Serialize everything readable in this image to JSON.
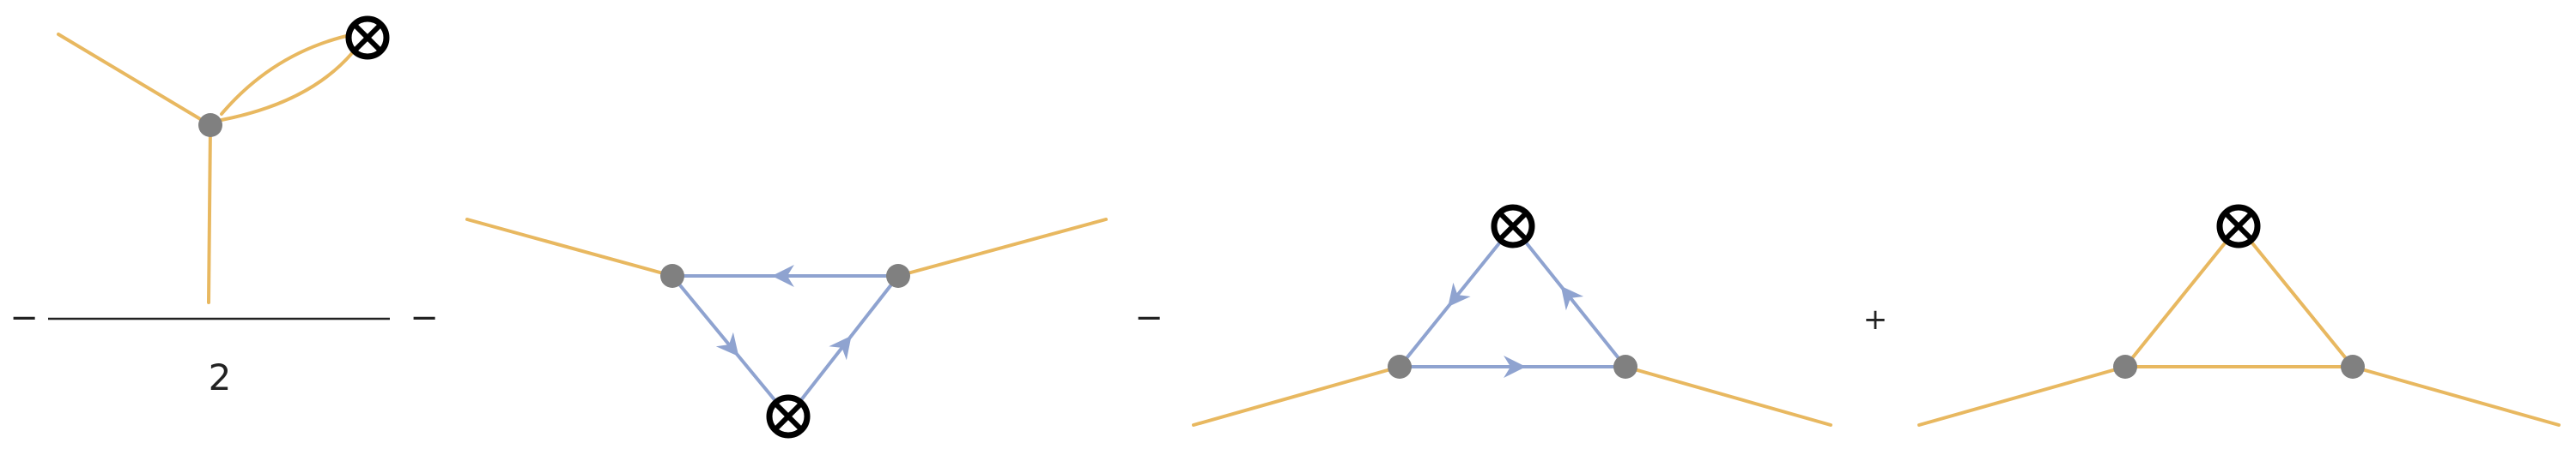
{
  "colors": {
    "scalar_line": "#E8B860",
    "fermion_line": "#8FA3D0",
    "vertex": "#808080",
    "insertion": "#000000",
    "text": "#222222"
  },
  "icons": {
    "vertex": "vertex-dot-icon",
    "insertion": "operator-insertion-icon",
    "arrow": "fermion-arrow-icon"
  },
  "expression": {
    "operators": [
      "−",
      "−",
      "−",
      "+"
    ],
    "fraction_denominator": "2",
    "terms": [
      {
        "label": "tadpole-term"
      },
      {
        "label": "fermion-triangle-term-a"
      },
      {
        "label": "fermion-triangle-term-b"
      },
      {
        "label": "scalar-triangle-term"
      }
    ]
  }
}
